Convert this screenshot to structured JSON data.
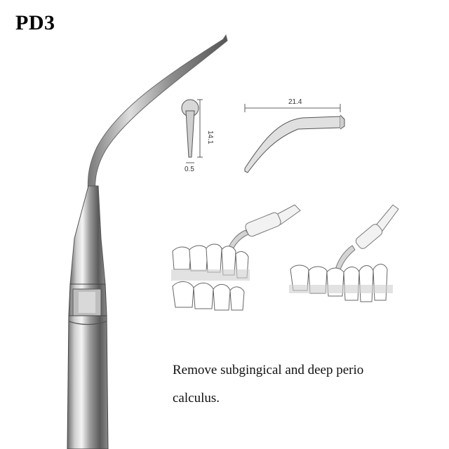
{
  "product": {
    "model": "PD3"
  },
  "diagram": {
    "height_label": "14.1",
    "tip_diameter_label": "0.5",
    "length_label": "21.4"
  },
  "description": {
    "line1": "Remove subgingical and deep perio",
    "line2": "calculus."
  },
  "colors": {
    "steel_light": "#e6e6e6",
    "steel_mid": "#a9a9a9",
    "steel_dark": "#4a4a4a",
    "line": "#333333"
  }
}
